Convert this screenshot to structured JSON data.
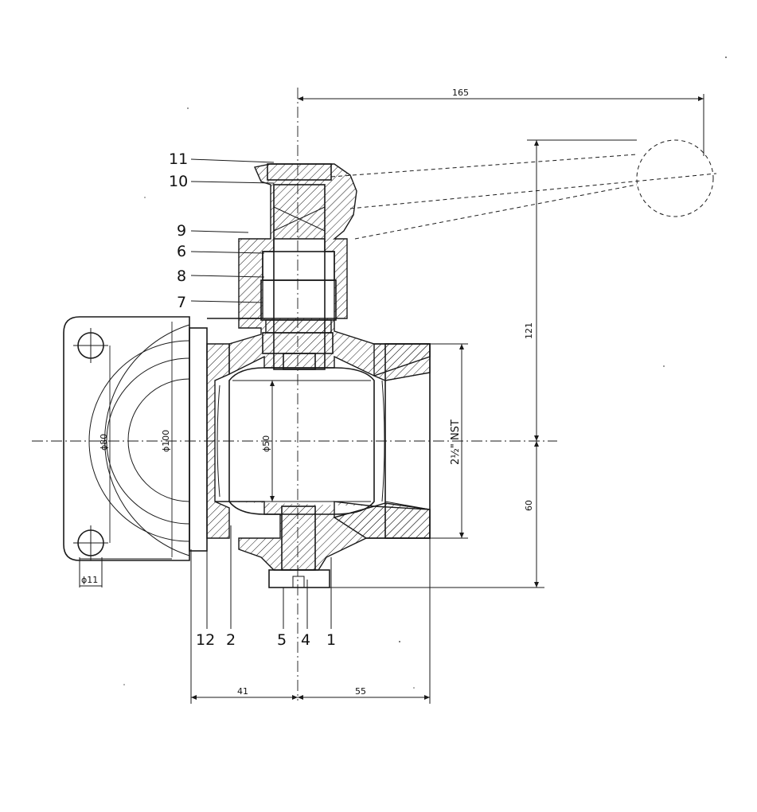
{
  "callouts": {
    "part_11": "11",
    "part_10": "10",
    "part_9": "9",
    "part_6": "6",
    "part_8": "8",
    "part_7": "7",
    "part_12": "12",
    "part_2": "2",
    "part_5": "5",
    "part_4": "4",
    "part_1": "1"
  },
  "dimensions": {
    "handle_length": "165",
    "height_upper": "121",
    "height_lower": "60",
    "thread": "2½\" NST",
    "bore": "ϕ50",
    "flange_outer": "ϕ100",
    "bolt_circle": "ϕ80",
    "bolt_hole": "ϕ11",
    "left_length": "41",
    "right_length": "55"
  },
  "colors": {
    "ink": "#1a1a1a",
    "paper": "#ffffff"
  }
}
